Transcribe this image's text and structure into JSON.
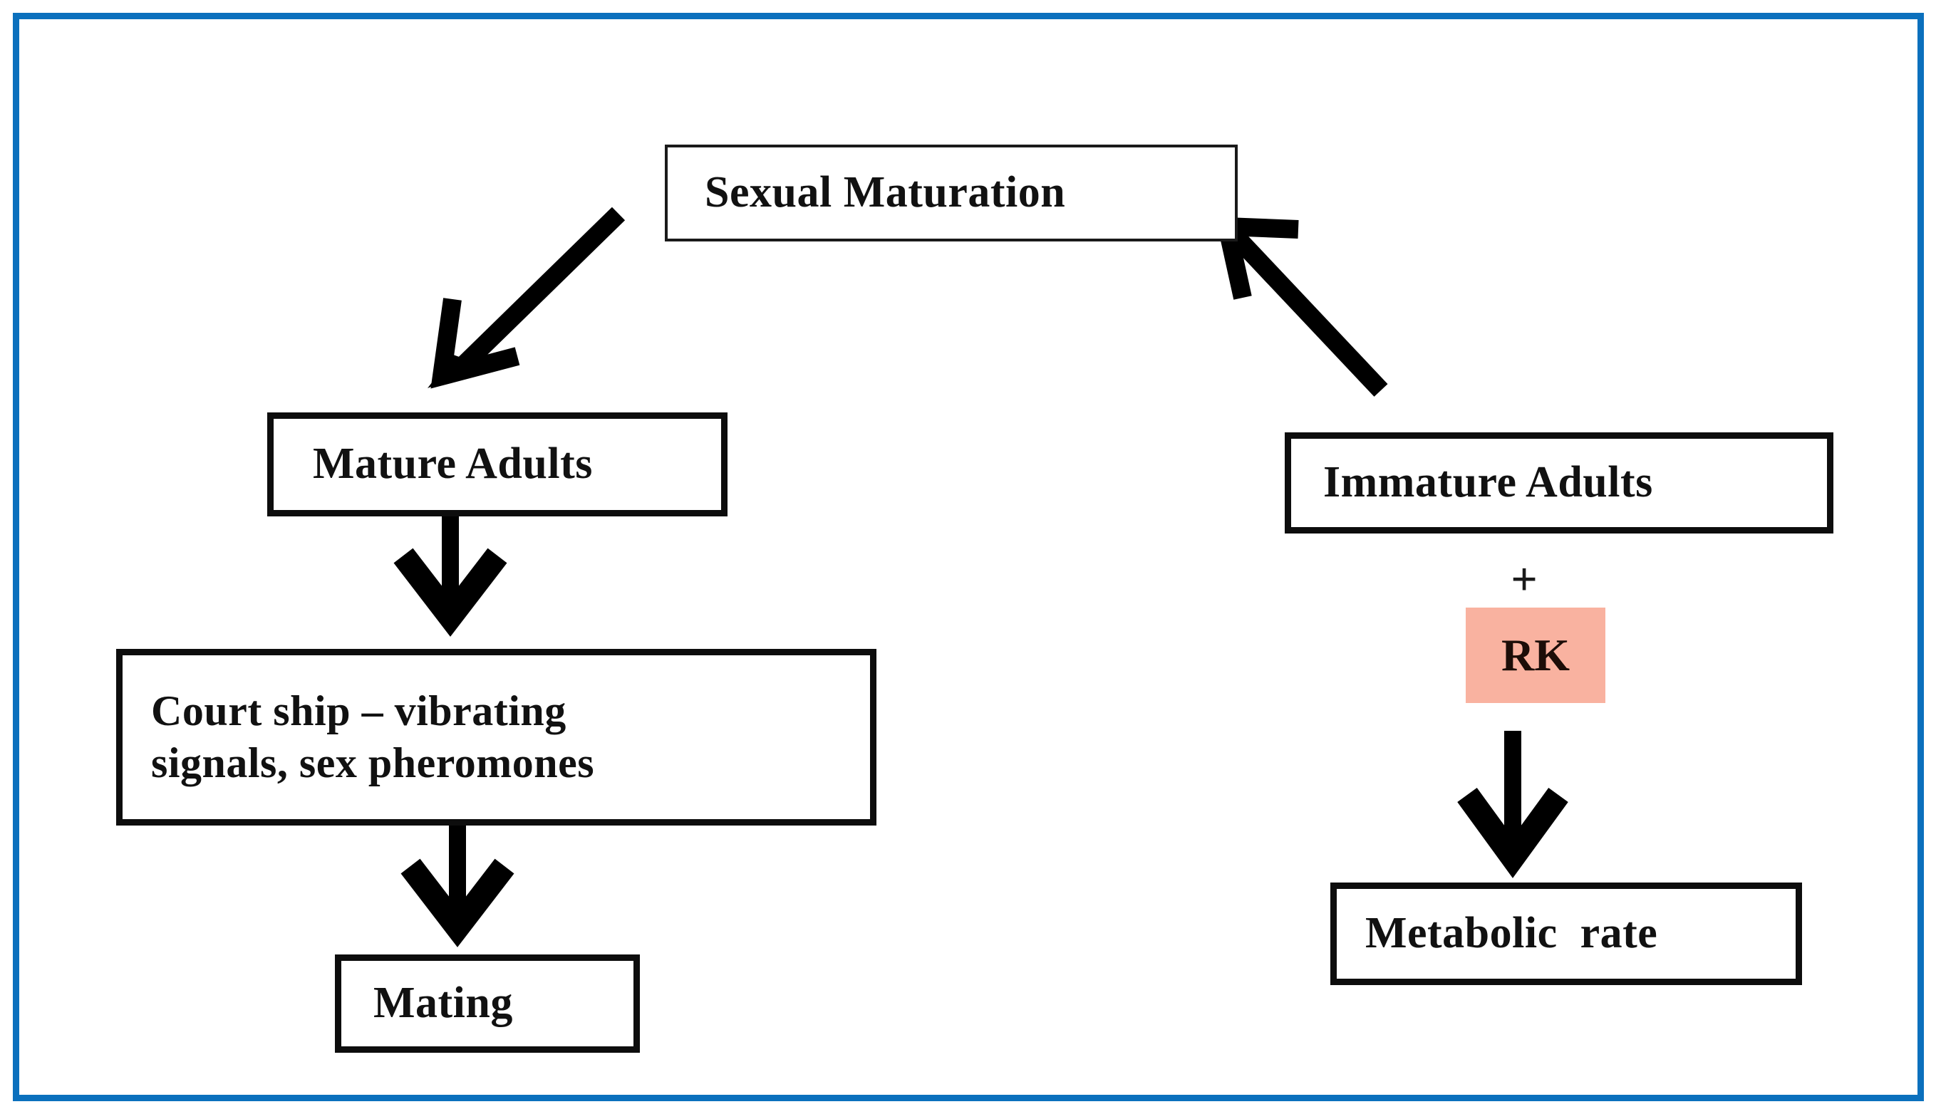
{
  "diagram": {
    "title": "Sexual maturation and mating flow with RK effect on metabolic rate",
    "frame_color": "#0b70bd",
    "box_border_color": "#0d0d0d",
    "arrow_color": "#000000",
    "highlight_color": "#f9b2a0",
    "nodes": [
      {
        "id": "sexual-maturation",
        "label": "Sexual Maturation"
      },
      {
        "id": "mature-adults",
        "label": "Mature Adults"
      },
      {
        "id": "courtship",
        "label": "Court ship – vibrating\nsignals, sex pheromones"
      },
      {
        "id": "mating",
        "label": "Mating"
      },
      {
        "id": "immature-adults",
        "label": "Immature Adults"
      },
      {
        "id": "plus",
        "label": "+"
      },
      {
        "id": "rk",
        "label": "RK"
      },
      {
        "id": "metabolic-rate",
        "label": "Metabolic  rate"
      }
    ],
    "edges": [
      {
        "id": "sexual-maturation-to-mature-adults",
        "from": "sexual-maturation",
        "to": "mature-adults",
        "style": "diagonal-down-left"
      },
      {
        "id": "mature-adults-to-courtship",
        "from": "mature-adults",
        "to": "courtship",
        "style": "vertical-down"
      },
      {
        "id": "courtship-to-mating",
        "from": "courtship",
        "to": "mating",
        "style": "vertical-down"
      },
      {
        "id": "immature-adults-to-sexual-maturation",
        "from": "immature-adults",
        "to": "sexual-maturation",
        "style": "diagonal-up-left"
      },
      {
        "id": "rk-to-metabolic-rate",
        "from": "rk",
        "to": "metabolic-rate",
        "style": "vertical-down"
      }
    ]
  }
}
